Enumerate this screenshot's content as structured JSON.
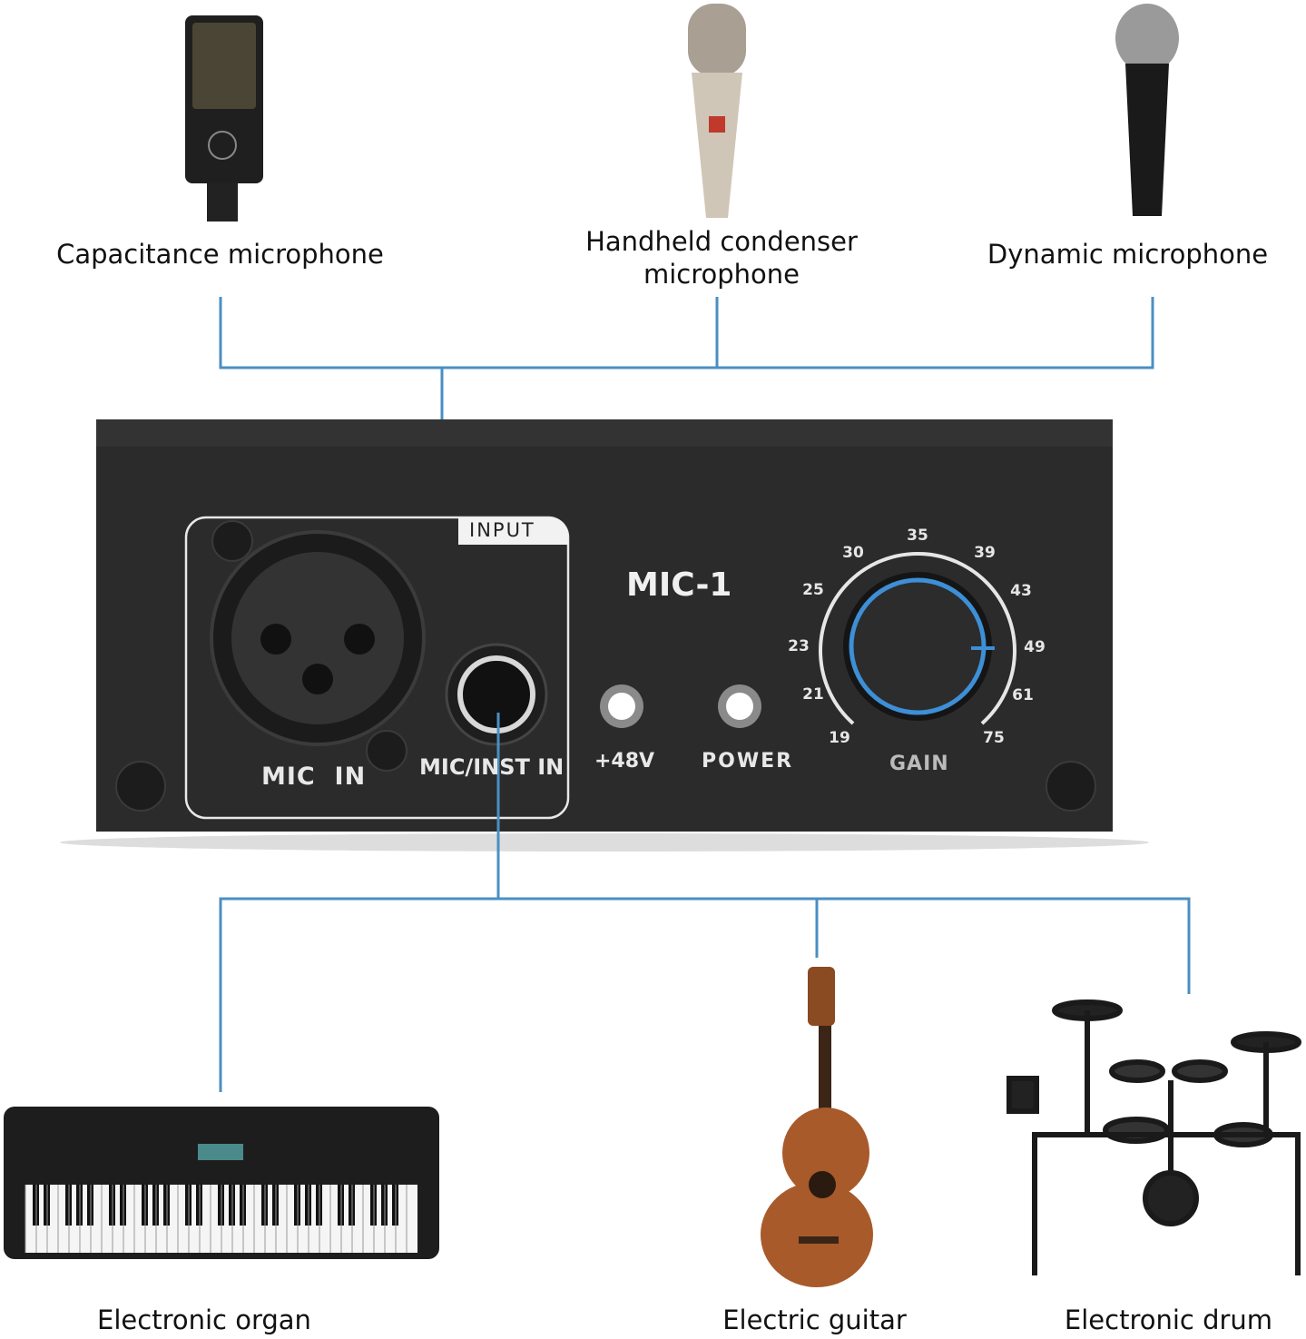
{
  "sources": [
    {
      "label": "Capacitance microphone",
      "icon": "condenser-microphone-icon"
    },
    {
      "label": "Handheld condenser microphone",
      "icon": "handheld-condenser-microphone-icon"
    },
    {
      "label": "Dynamic microphone",
      "icon": "dynamic-microphone-icon"
    }
  ],
  "instruments": [
    {
      "label": "Electronic organ",
      "icon": "keyboard-icon"
    },
    {
      "label": "Electric guitar",
      "icon": "ukulele-icon"
    },
    {
      "label": "Electronic drum",
      "icon": "drum-kit-icon"
    }
  ],
  "device": {
    "model": "MIC-1",
    "input_tag": "INPUT",
    "mic_in": "MIC  IN",
    "inst_in": "MIC/INST IN",
    "phantom": "+48V",
    "power": "POWER",
    "gain": "GAIN",
    "gain_ticks": [
      "19",
      "21",
      "23",
      "25",
      "30",
      "35",
      "39",
      "43",
      "49",
      "61",
      "75"
    ]
  },
  "colors": {
    "connector": "#4a8fc2",
    "device_body": "#2a2a2a",
    "knob_ring": "#3d8fd6"
  }
}
